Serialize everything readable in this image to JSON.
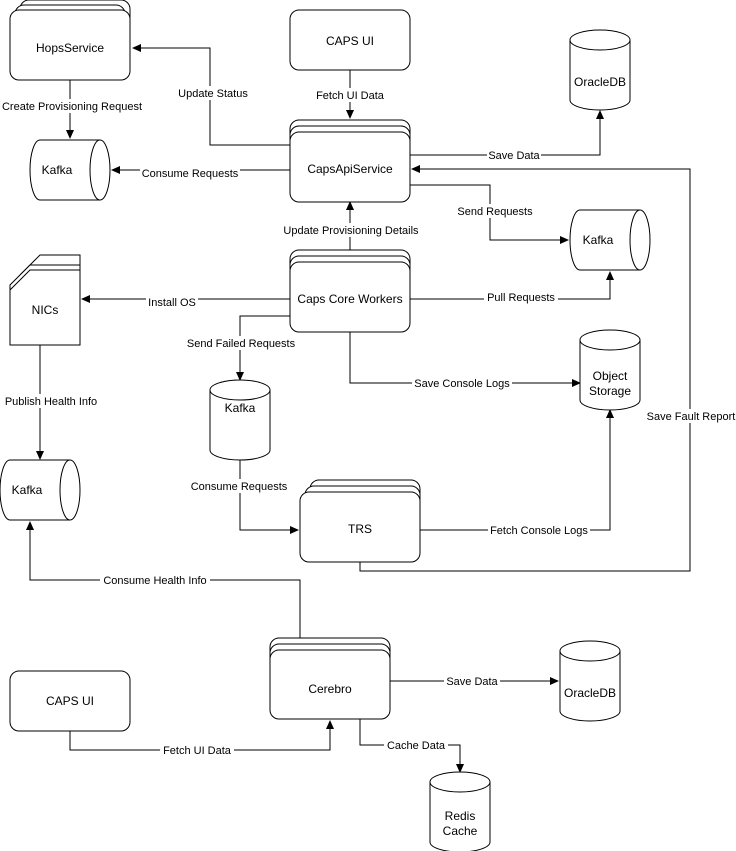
{
  "nodes": {
    "hops": "HopsService",
    "caps_ui_top": "CAPS UI",
    "oracle_top": "OracleDB",
    "kafka_left_top": "Kafka",
    "caps_api": "CapsApiService",
    "kafka_right": "Kafka",
    "nics": "NICs",
    "core_workers": "Caps Core Workers",
    "object_storage_1": "Object",
    "object_storage_2": "Storage",
    "kafka_mid": "Kafka",
    "kafka_left_bottom": "Kafka",
    "trs": "TRS",
    "caps_ui_bottom": "CAPS UI",
    "cerebro": "Cerebro",
    "oracle_bottom": "OracleDB",
    "redis_1": "Redis",
    "redis_2": "Cache"
  },
  "edges": {
    "update_status": "Update Status",
    "create_provisioning": "Create Provisioning Request",
    "fetch_ui_top": "Fetch UI Data",
    "save_data_top": "Save Data",
    "consume_requests": "Consume Requests",
    "send_requests": "Send Requests",
    "update_provisioning": "Update Provisioning Details",
    "install_os": "Install OS",
    "pull_requests": "Pull Requests",
    "send_failed": "Send Failed Requests",
    "save_console": "Save Console Logs",
    "save_fault": "Save Fault Report",
    "publish_health": "Publish Health Info",
    "consume_requests_2": "Consume Requests",
    "fetch_console": "Fetch Console Logs",
    "consume_health": "Consume Health Info",
    "save_data_bottom": "Save Data",
    "fetch_ui_bottom": "Fetch UI Data",
    "cache_data": "Cache Data"
  }
}
